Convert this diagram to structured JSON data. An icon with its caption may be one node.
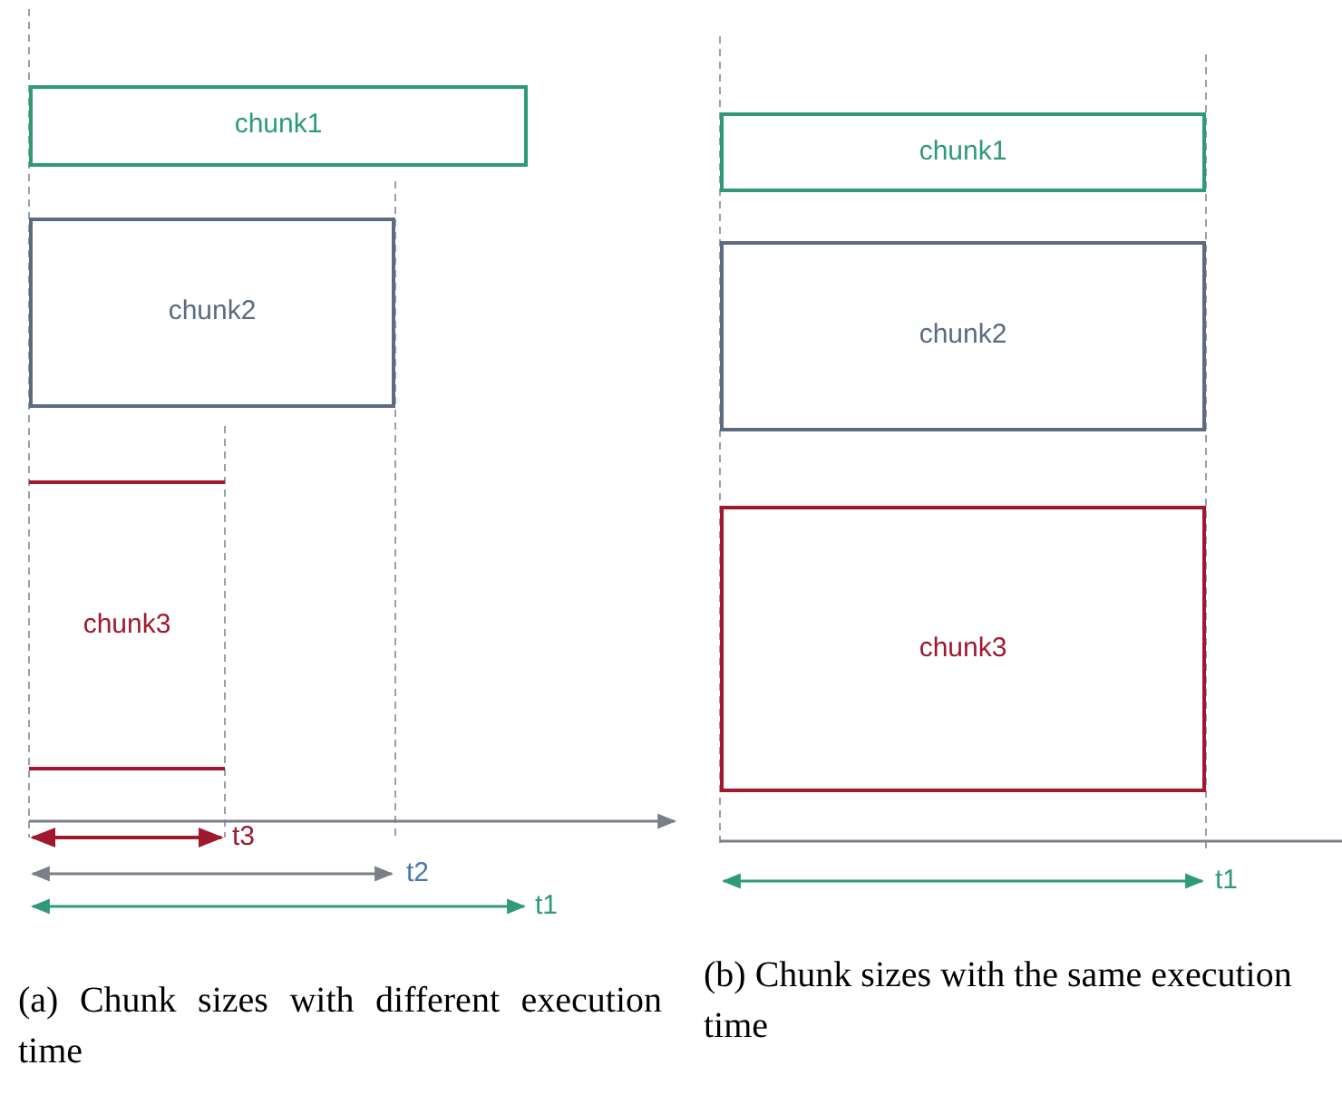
{
  "diagram": {
    "nodes": [
      {
        "text": [
          "chunk1"
        ]
      },
      {
        "text": [
          "chunk2"
        ]
      },
      {
        "text": [
          "chunk3"
        ]
      },
      {
        "text": [
          "chunk1"
        ]
      },
      {
        "text": [
          "chunk2"
        ]
      },
      {
        "text": [
          "chunk3"
        ]
      }
    ],
    "labels": [
      "t3",
      "t2",
      "t1",
      "t1",
      "(a) Chunk sizes with different execution time",
      "(b) Chunk sizes with the same execution time"
    ]
  }
}
